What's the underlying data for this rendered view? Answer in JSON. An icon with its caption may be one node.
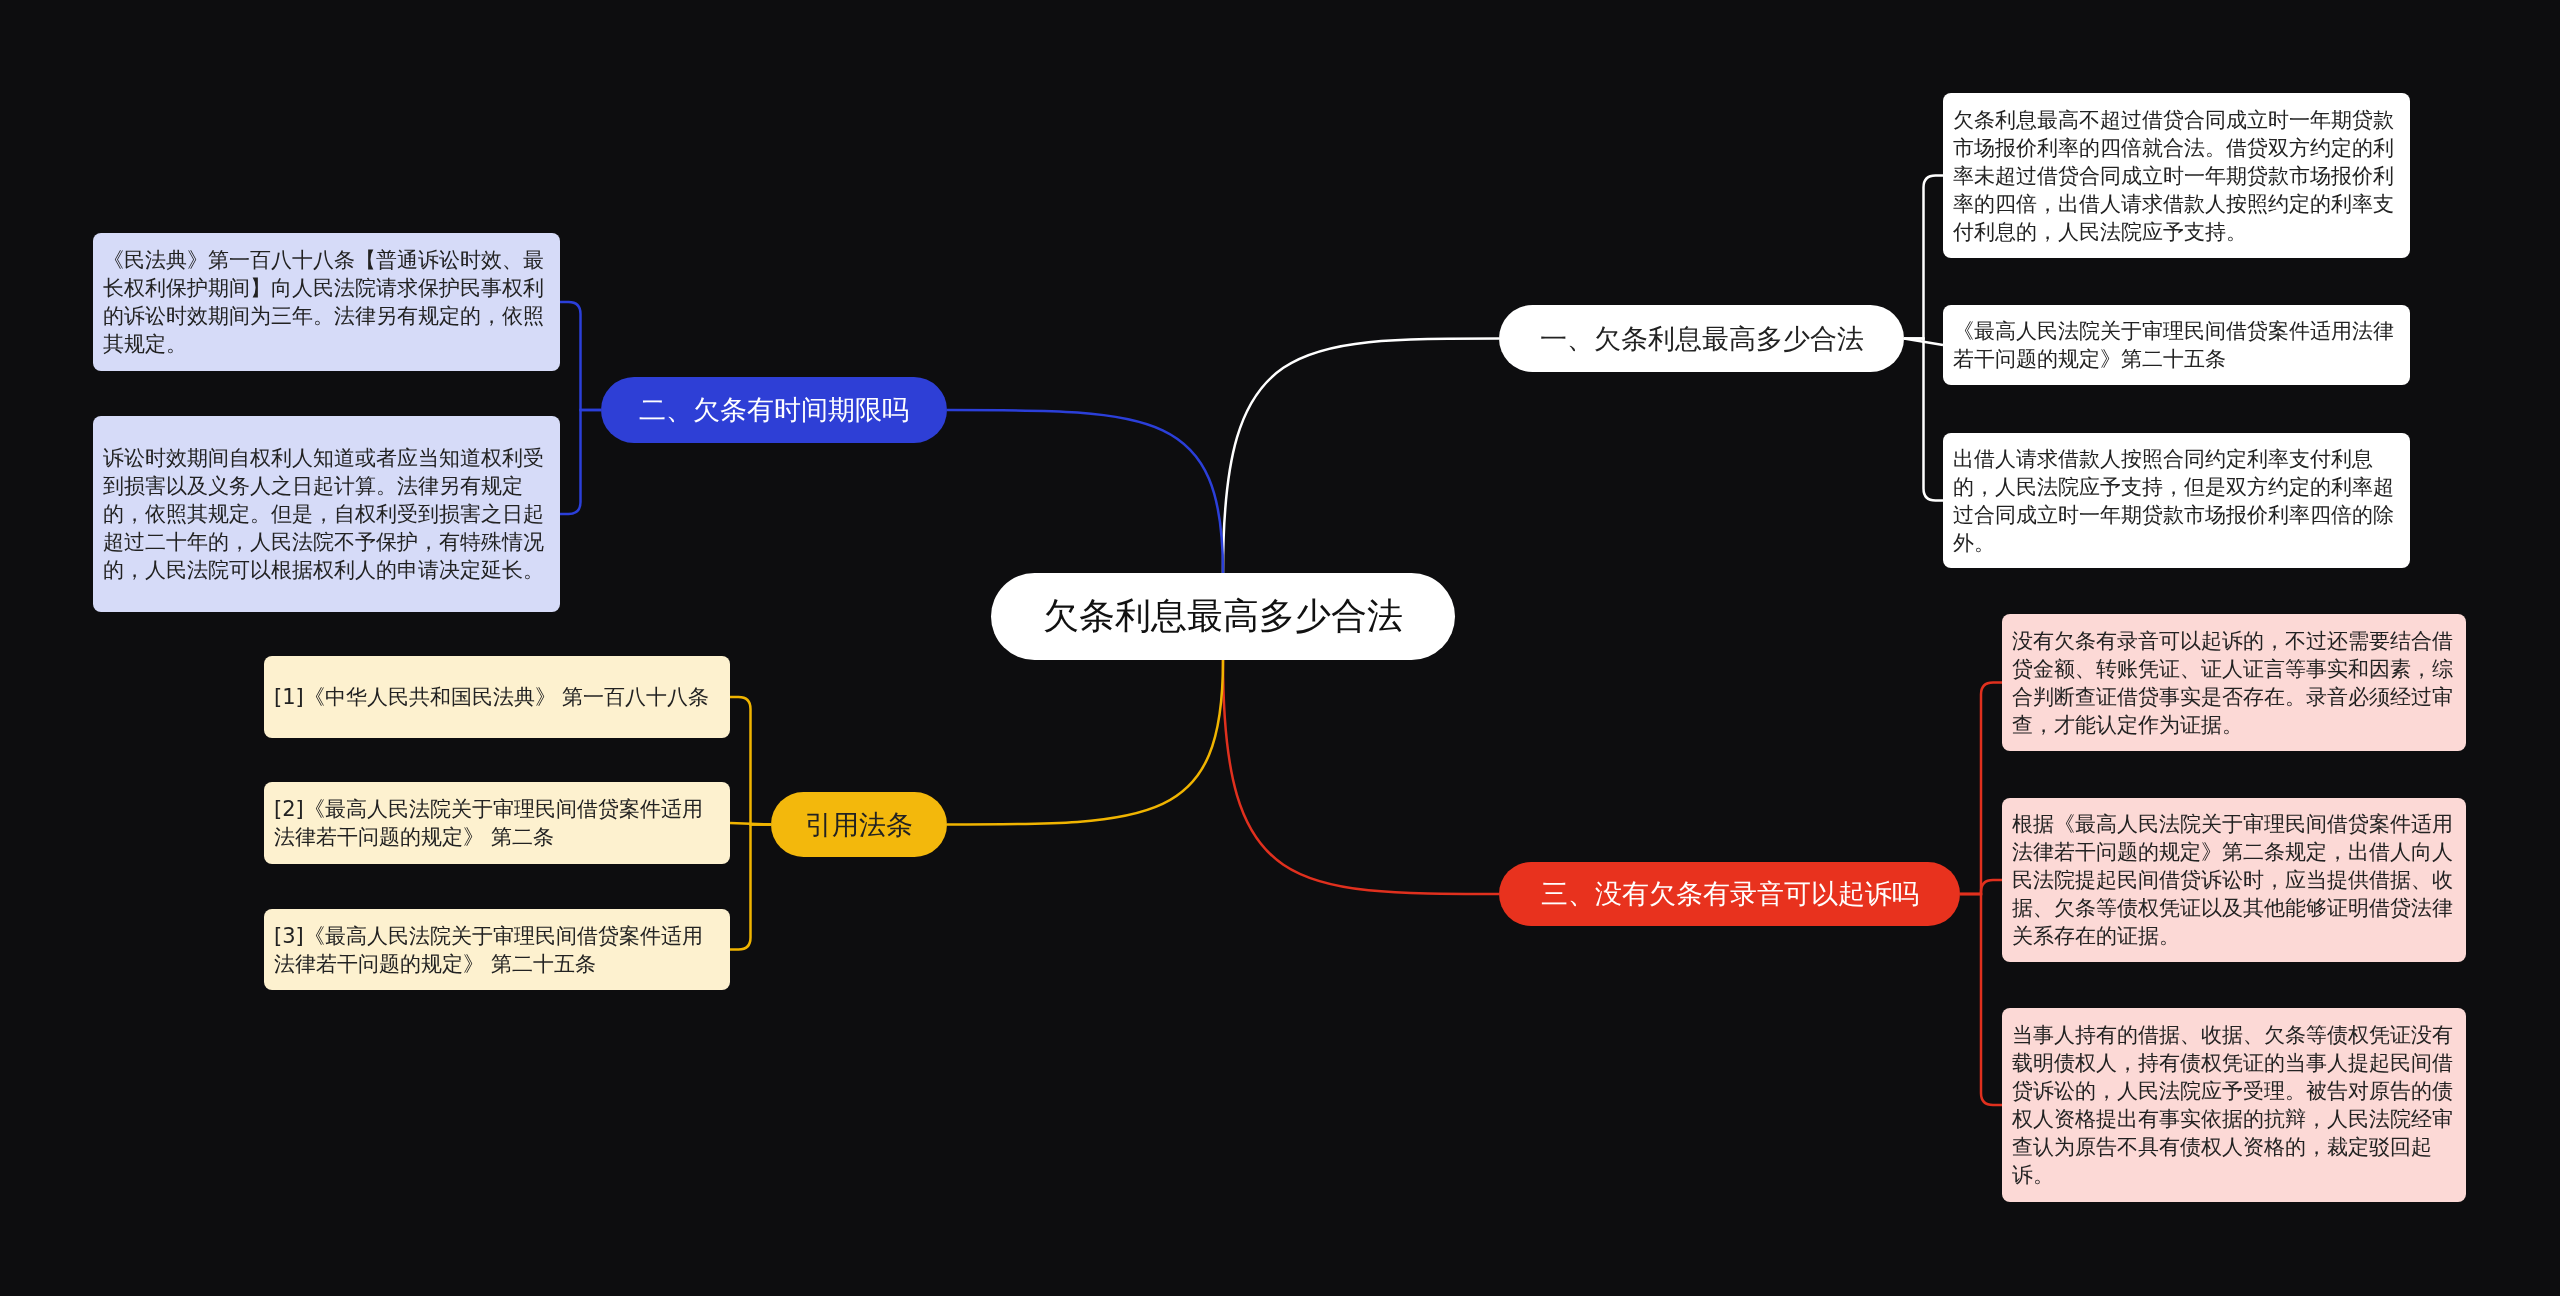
{
  "diagram": {
    "nodes": [
      {
        "text": [
          "欠条利息最高多少合法"
        ]
      },
      {
        "text": [
          "一、欠条利息最高多少合法"
        ]
      },
      {
        "text": [
          "欠条利息最高不超过借贷合同成立时一年期贷款市场报价利率的四倍就合法。借贷双方约定的利率未超过借贷合同成立时一年期贷款市场报价利率的四倍，出借人请求借款人按照约定的利率支付利息的，人民法院应予支持。"
        ]
      },
      {
        "text": [
          "《最高人民法院关于审理民间借贷案件适用法律若干问题的规定》第二十五条"
        ]
      },
      {
        "text": [
          "出借人请求借款人按照合同约定利率支付利息的，人民法院应予支持，但是双方约定的利率超过合同成立时一年期贷款市场报价利率四倍的除外。"
        ]
      },
      {
        "text": [
          "二、欠条有时间期限吗"
        ]
      },
      {
        "text": [
          "《民法典》第一百八十八条【普通诉讼时效、最长权利保护期间】向人民法院请求保护民事权利的诉讼时效期间为三年。法律另有规定的，依照其规定。"
        ]
      },
      {
        "text": [
          "诉讼时效期间自权利人知道或者应当知道权利受到损害以及义务人之日起计算。法律另有规定的，依照其规定。但是，自权利受到损害之日起超过二十年的，人民法院不予保护，有特殊情况的，人民法院可以根据权利人的申请决定延长。"
        ]
      },
      {
        "text": [
          "三、没有欠条有录音可以起诉吗"
        ]
      },
      {
        "text": [
          "没有欠条有录音可以起诉的，不过还需要结合借贷金额、转账凭证、证人证言等事实和因素，综合判断查证借贷事实是否存在。录音必须经过审查，才能认定作为证据。"
        ]
      },
      {
        "text": [
          "根据《最高人民法院关于审理民间借贷案件适用法律若干问题的规定》第二条规定，出借人向人民法院提起民间借贷诉讼时，应当提供借据、收据、欠条等债权凭证以及其他能够证明借贷法律关系存在的证据。"
        ]
      },
      {
        "text": [
          "当事人持有的借据、收据、欠条等债权凭证没有载明债权人，持有债权凭证的当事人提起民间借贷诉讼的，人民法院应予受理。被告对原告的债权人资格提出有事实依据的抗辩，人民法院经审查认为原告不具有债权人资格的，裁定驳回起诉。"
        ]
      },
      {
        "text": [
          "引用法条"
        ]
      },
      {
        "text": [
          "[1]《中华人民共和国民法典》 第一百八十八条"
        ]
      },
      {
        "text": [
          "[2]《最高人民法院关于审理民间借贷案件适用法律若干问题的规定》 第二条"
        ]
      },
      {
        "text": [
          "[3]《最高人民法院关于审理民间借贷案件适用法律若干问题的规定》 第二十五条"
        ]
      }
    ],
    "edges": [
      {
        "from": 0,
        "to": 1,
        "arrow": "none",
        "color": "#ffffff"
      },
      {
        "from": 1,
        "to": 2,
        "arrow": "none",
        "color": "#ffffff"
      },
      {
        "from": 1,
        "to": 3,
        "arrow": "none",
        "color": "#ffffff"
      },
      {
        "from": 1,
        "to": 4,
        "arrow": "none",
        "color": "#ffffff"
      },
      {
        "from": 0,
        "to": 5,
        "arrow": "none",
        "color": "#2b3fd9"
      },
      {
        "from": 5,
        "to": 6,
        "arrow": "none",
        "color": "#2b3fd9"
      },
      {
        "from": 5,
        "to": 7,
        "arrow": "none",
        "color": "#2b3fd9"
      },
      {
        "from": 0,
        "to": 8,
        "arrow": "none",
        "color": "#e0301e"
      },
      {
        "from": 8,
        "to": 9,
        "arrow": "none",
        "color": "#e0301e"
      },
      {
        "from": 8,
        "to": 10,
        "arrow": "none",
        "color": "#e0301e"
      },
      {
        "from": 8,
        "to": 11,
        "arrow": "none",
        "color": "#e0301e"
      },
      {
        "from": 0,
        "to": 12,
        "arrow": "none",
        "color": "#f0b400"
      },
      {
        "from": 12,
        "to": 13,
        "arrow": "none",
        "color": "#f0b400"
      },
      {
        "from": 12,
        "to": 14,
        "arrow": "none",
        "color": "#f0b400"
      },
      {
        "from": 12,
        "to": 15,
        "arrow": "none",
        "color": "#f0b400"
      }
    ]
  }
}
